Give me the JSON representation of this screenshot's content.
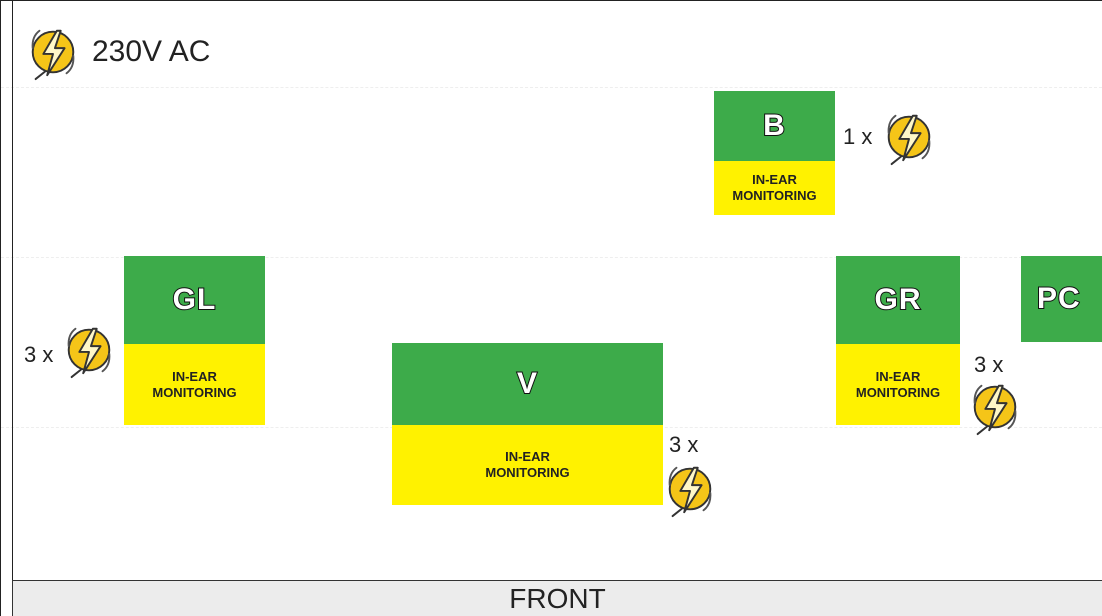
{
  "legend": {
    "label": "230V AC",
    "icon": "power-outlet-icon"
  },
  "colors": {
    "green": "#3dab4a",
    "yellow": "#fff200",
    "bolt_fill": "#f5c518"
  },
  "units": [
    {
      "id": "b",
      "tag": "B",
      "monitor": "IN-EAR\nMONITORING",
      "count": "1 x"
    },
    {
      "id": "gl",
      "tag": "GL",
      "monitor": "IN-EAR\nMONITORING",
      "count": "3 x"
    },
    {
      "id": "v",
      "tag": "V",
      "monitor": "IN-EAR\nMONITORING",
      "count": "3 x"
    },
    {
      "id": "gr",
      "tag": "GR",
      "monitor": "IN-EAR\nMONITORING",
      "count": "3 x"
    },
    {
      "id": "pc",
      "tag": "PC"
    }
  ],
  "stage_front": "FRONT"
}
